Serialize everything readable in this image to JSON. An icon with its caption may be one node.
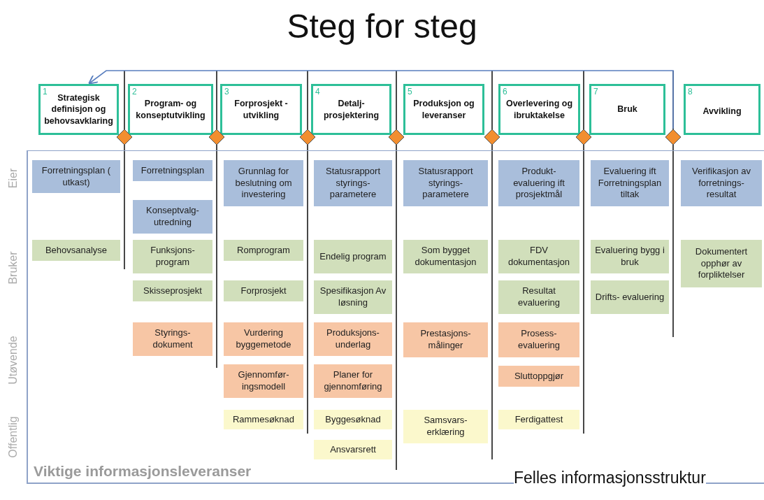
{
  "diagram": {
    "title": "Steg for steg",
    "nodes": [
      {
        "text": [
          "1",
          "Strategisk definisjon og behovsavklaring"
        ]
      },
      {
        "text": [
          "2",
          "Program- og konseptutvikling"
        ]
      },
      {
        "text": [
          "3",
          "Forprosjekt - utvikling"
        ]
      },
      {
        "text": [
          "4",
          "Detalj- prosjektering"
        ]
      },
      {
        "text": [
          "5",
          "Produksjon og leveranser"
        ]
      },
      {
        "text": [
          "6",
          "Overlevering og ibruktakelse"
        ]
      },
      {
        "text": [
          "7",
          "Bruk"
        ]
      },
      {
        "text": [
          "8",
          "Avvikling"
        ]
      },
      {
        "text": [],
        "shape": "diamond"
      },
      {
        "text": [],
        "shape": "diamond"
      },
      {
        "text": [],
        "shape": "diamond"
      },
      {
        "text": [],
        "shape": "diamond"
      },
      {
        "text": [],
        "shape": "diamond"
      },
      {
        "text": [],
        "shape": "diamond"
      },
      {
        "text": [],
        "shape": "diamond"
      },
      {
        "text": [
          "Viktige informasjonsleveranser"
        ]
      },
      {
        "text": [
          "Forretningsplan ( utkast)"
        ],
        "in": 15
      },
      {
        "text": [
          "Behovsanalyse"
        ],
        "in": 15
      },
      {
        "text": [
          "Forretningsplan"
        ],
        "in": 15
      },
      {
        "text": [
          "Konseptvalg- utredning"
        ],
        "in": 15
      },
      {
        "text": [
          "Funksjons- program"
        ],
        "in": 15
      },
      {
        "text": [
          "Skisseprosjekt"
        ],
        "in": 15
      },
      {
        "text": [
          "Styrings- dokument"
        ],
        "in": 15
      },
      {
        "text": [
          "Grunnlag for beslutning om investering"
        ],
        "in": 15
      },
      {
        "text": [
          "Romprogram"
        ],
        "in": 15
      },
      {
        "text": [
          "Forprosjekt"
        ],
        "in": 15
      },
      {
        "text": [
          "Vurdering byggemetode"
        ],
        "in": 15
      },
      {
        "text": [
          "Gjennomfør- ingsmodell"
        ],
        "in": 15
      },
      {
        "text": [
          "Rammesøknad"
        ],
        "in": 15
      },
      {
        "text": [
          "Statusrapport styrings- parametere"
        ],
        "in": 15
      },
      {
        "text": [
          "Endelig program"
        ],
        "in": 15
      },
      {
        "text": [
          "Spesifikasjon Av løsning"
        ],
        "in": 15
      },
      {
        "text": [
          "Produksjons- underlag"
        ],
        "in": 15
      },
      {
        "text": [
          "Planer for gjennomføring"
        ],
        "in": 15
      },
      {
        "text": [
          "Byggesøknad"
        ],
        "in": 15
      },
      {
        "text": [
          "Ansvarsrett"
        ],
        "in": 15
      },
      {
        "text": [
          "Statusrapport styrings- parametere"
        ],
        "in": 15
      },
      {
        "text": [
          "Som bygget dokumentasjon"
        ],
        "in": 15
      },
      {
        "text": [
          "Prestasjons- målinger"
        ],
        "in": 15
      },
      {
        "text": [
          "Samsvars- erklæring"
        ],
        "in": 15
      },
      {
        "text": [
          "Produkt- evaluering ift prosjektmål"
        ],
        "in": 15
      },
      {
        "text": [
          "FDV dokumentasjon"
        ],
        "in": 15
      },
      {
        "text": [
          "Resultat evaluering"
        ],
        "in": 15
      },
      {
        "text": [
          "Prosess- evaluering"
        ],
        "in": 15
      },
      {
        "text": [
          "Sluttoppgjør"
        ],
        "in": 15
      },
      {
        "text": [
          "Ferdigattest"
        ],
        "in": 15
      },
      {
        "text": [
          "Evaluering ift Forretningsplan tiltak"
        ],
        "in": 15
      },
      {
        "text": [
          "Evaluering bygg i bruk"
        ],
        "in": 15
      },
      {
        "text": [
          "Drifts- evaluering"
        ],
        "in": 15
      },
      {
        "text": [
          "Verifikasjon av forretnings- resultat"
        ],
        "in": 15
      },
      {
        "text": [
          "Dokumentert opphør av forpliktelser"
        ],
        "in": 15
      }
    ],
    "edges": [
      {
        "from": 14,
        "to": 0,
        "arrow": "to"
      }
    ],
    "labels": [
      "Eier",
      "Bruker",
      "Utøvende",
      "Offentlig",
      "Felles informasjonsstruktur"
    ]
  }
}
